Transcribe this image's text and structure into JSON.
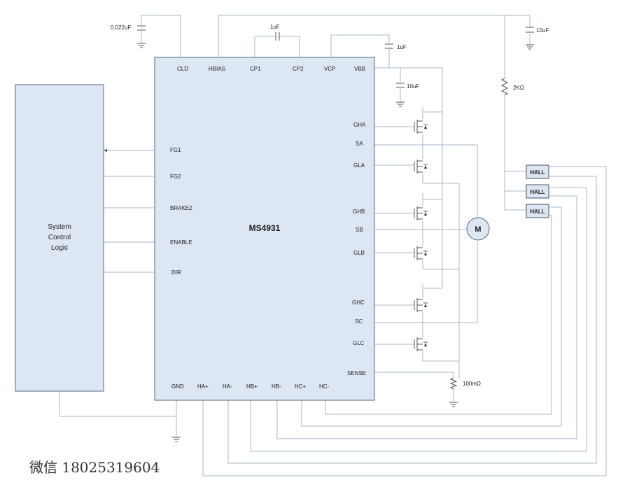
{
  "chip": {
    "name": "MS4931",
    "pins_top": [
      "CLD",
      "HBIAS",
      "CP1",
      "CP2",
      "VCP",
      "VBB"
    ],
    "pins_left": [
      "FG1",
      "FG2",
      "BRAKEZ",
      "ENABLE",
      "DIR"
    ],
    "pins_right": [
      "GHA",
      "SA",
      "GLA",
      "GHB",
      "SB",
      "GLB",
      "GHC",
      "SC",
      "GLC",
      "SENSE"
    ],
    "pins_bottom": [
      "GND",
      "HA+",
      "HA-",
      "HB+",
      "HB-",
      "HC+",
      "HC-"
    ]
  },
  "controller": {
    "line1": "System",
    "line2": "Control",
    "line3": "Logic"
  },
  "components": {
    "cld_cap": "0.022uF",
    "cp_cap": "1uF",
    "vcp_cap": "1uF",
    "vbb_cap": "10uF",
    "supply_cap": "10uF",
    "pullup": "2KΩ",
    "sense_res": "100mΩ"
  },
  "hall_sensors": [
    "HALL",
    "HALL",
    "HALL"
  ],
  "motor": "M",
  "watermark": "微信 18025319604",
  "colors": {
    "block_fill": "#dde6f3",
    "wire": "#aab7c8",
    "outline": "#556677"
  }
}
